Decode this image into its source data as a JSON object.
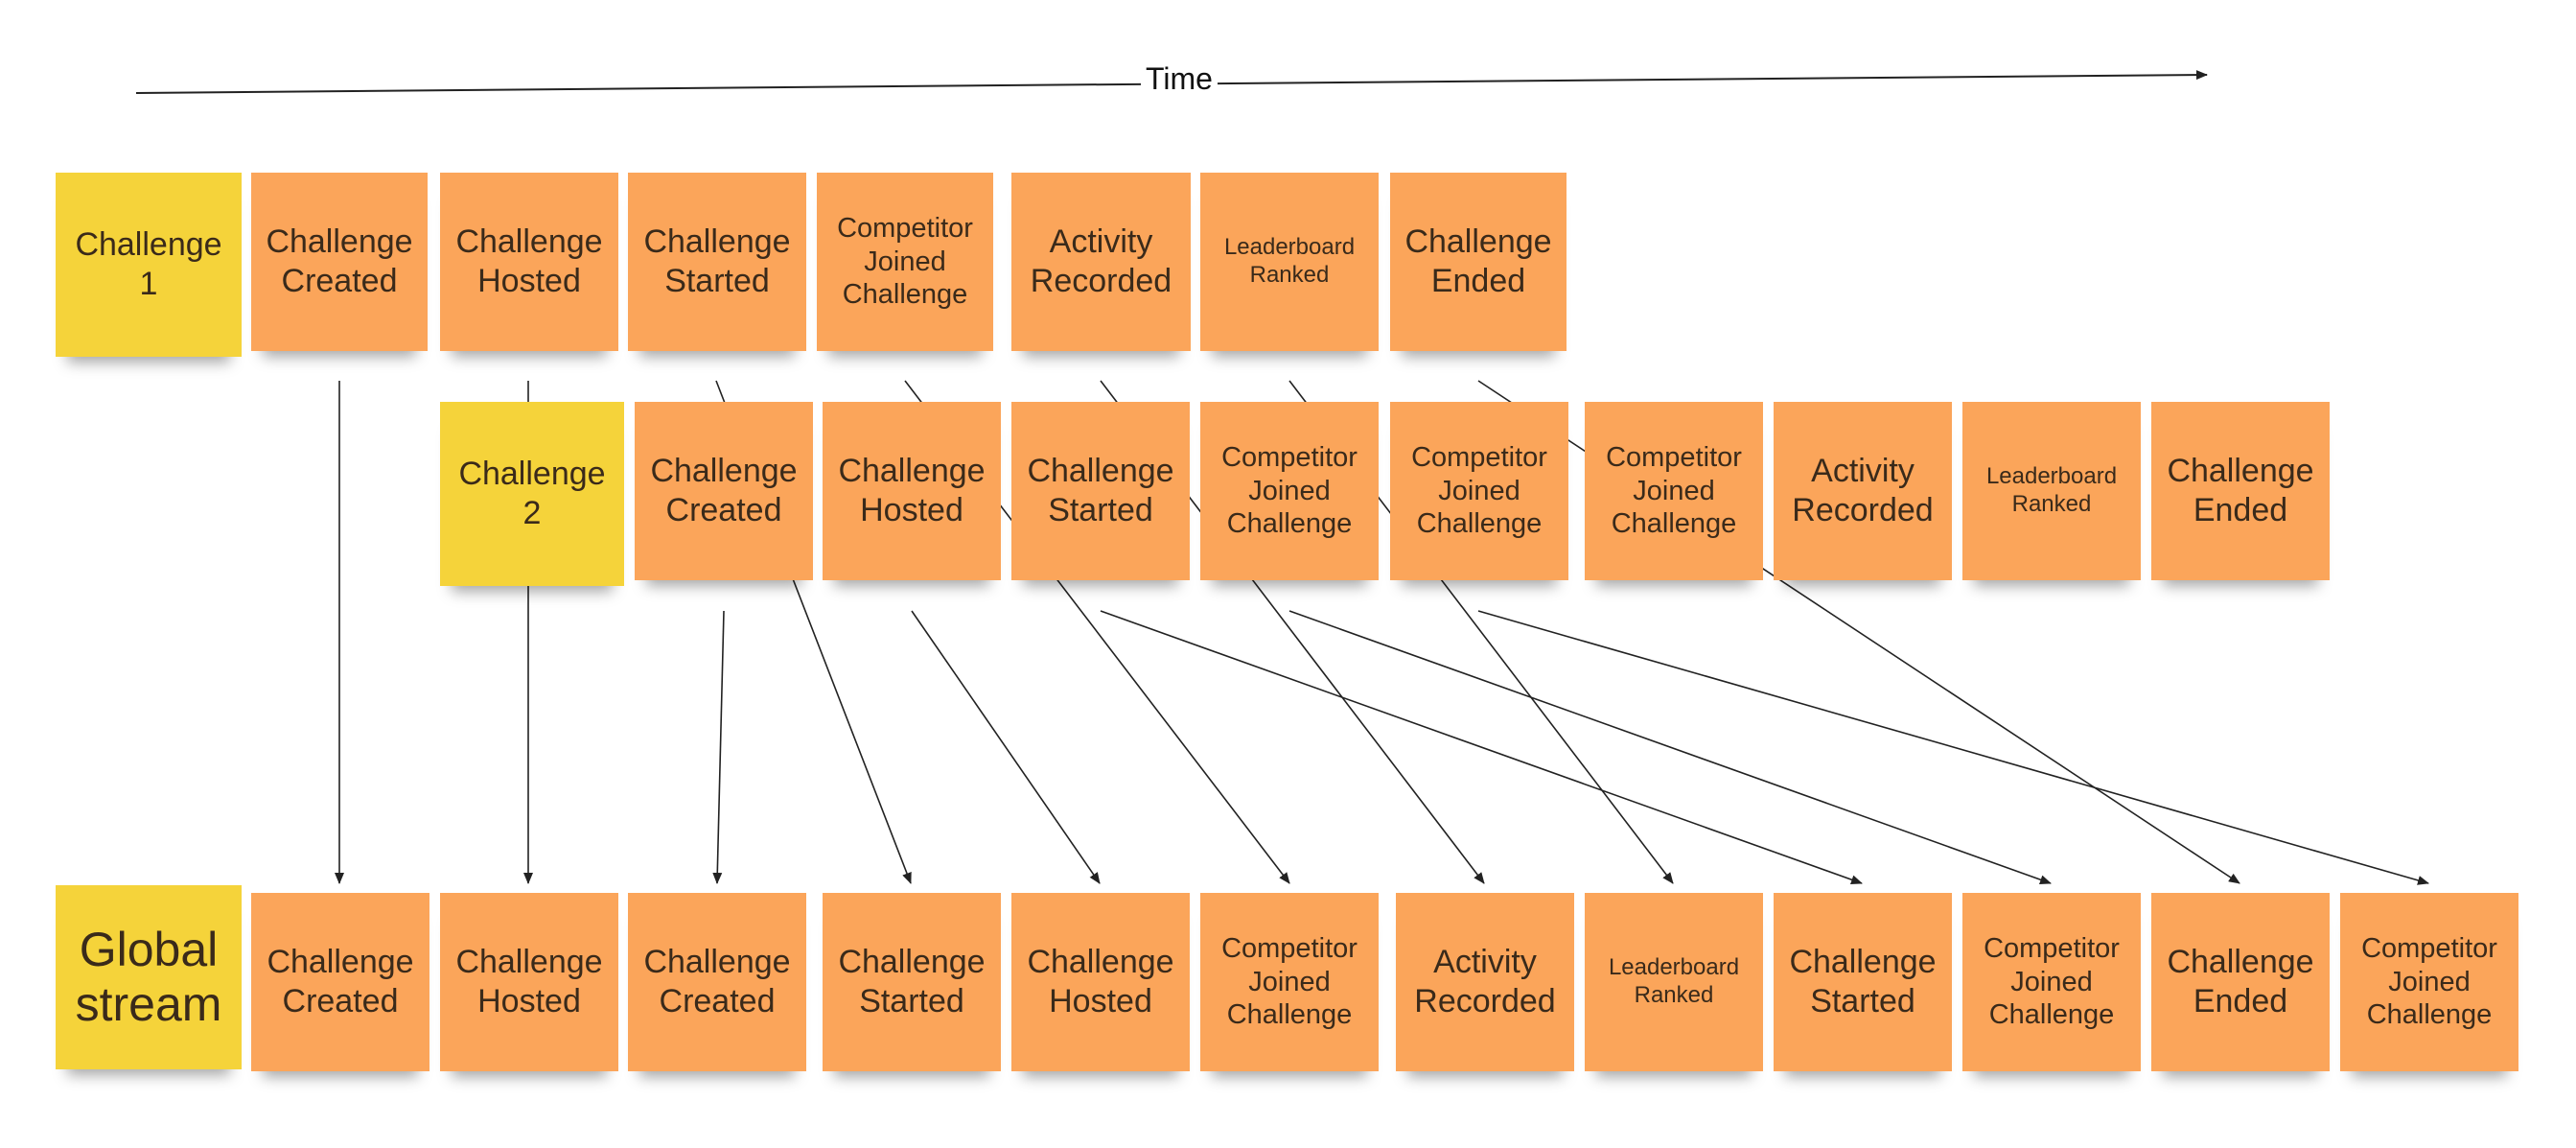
{
  "timeline": {
    "label": "Time"
  },
  "rows": {
    "challenge1": {
      "label": "Challenge\n1",
      "events": [
        "Challenge\nCreated",
        "Challenge\nHosted",
        "Challenge\nStarted",
        "Competitor\nJoined\nChallenge",
        "Activity\nRecorded",
        "Leaderboard\nRanked",
        "Challenge\nEnded"
      ]
    },
    "challenge2": {
      "label": "Challenge\n2",
      "events": [
        "Challenge\nCreated",
        "Challenge\nHosted",
        "Challenge\nStarted",
        "Competitor\nJoined\nChallenge",
        "Competitor\nJoined\nChallenge",
        "Competitor\nJoined\nChallenge",
        "Activity\nRecorded",
        "Leaderboard\nRanked",
        "Challenge\nEnded"
      ]
    },
    "global": {
      "label": "Global\nstream",
      "events": [
        "Challenge\nCreated",
        "Challenge\nHosted",
        "Challenge\nCreated",
        "Challenge\nStarted",
        "Challenge\nHosted",
        "Competitor\nJoined\nChallenge",
        "Activity\nRecorded",
        "Leaderboard\nRanked",
        "Challenge\nStarted",
        "Competitor\nJoined\nChallenge",
        "Challenge\nEnded",
        "Competitor\nJoined\nChallenge"
      ]
    }
  },
  "colors": {
    "event_sticky": "#fba55a",
    "label_sticky": "#f5d33a",
    "arrow": "#222222"
  }
}
